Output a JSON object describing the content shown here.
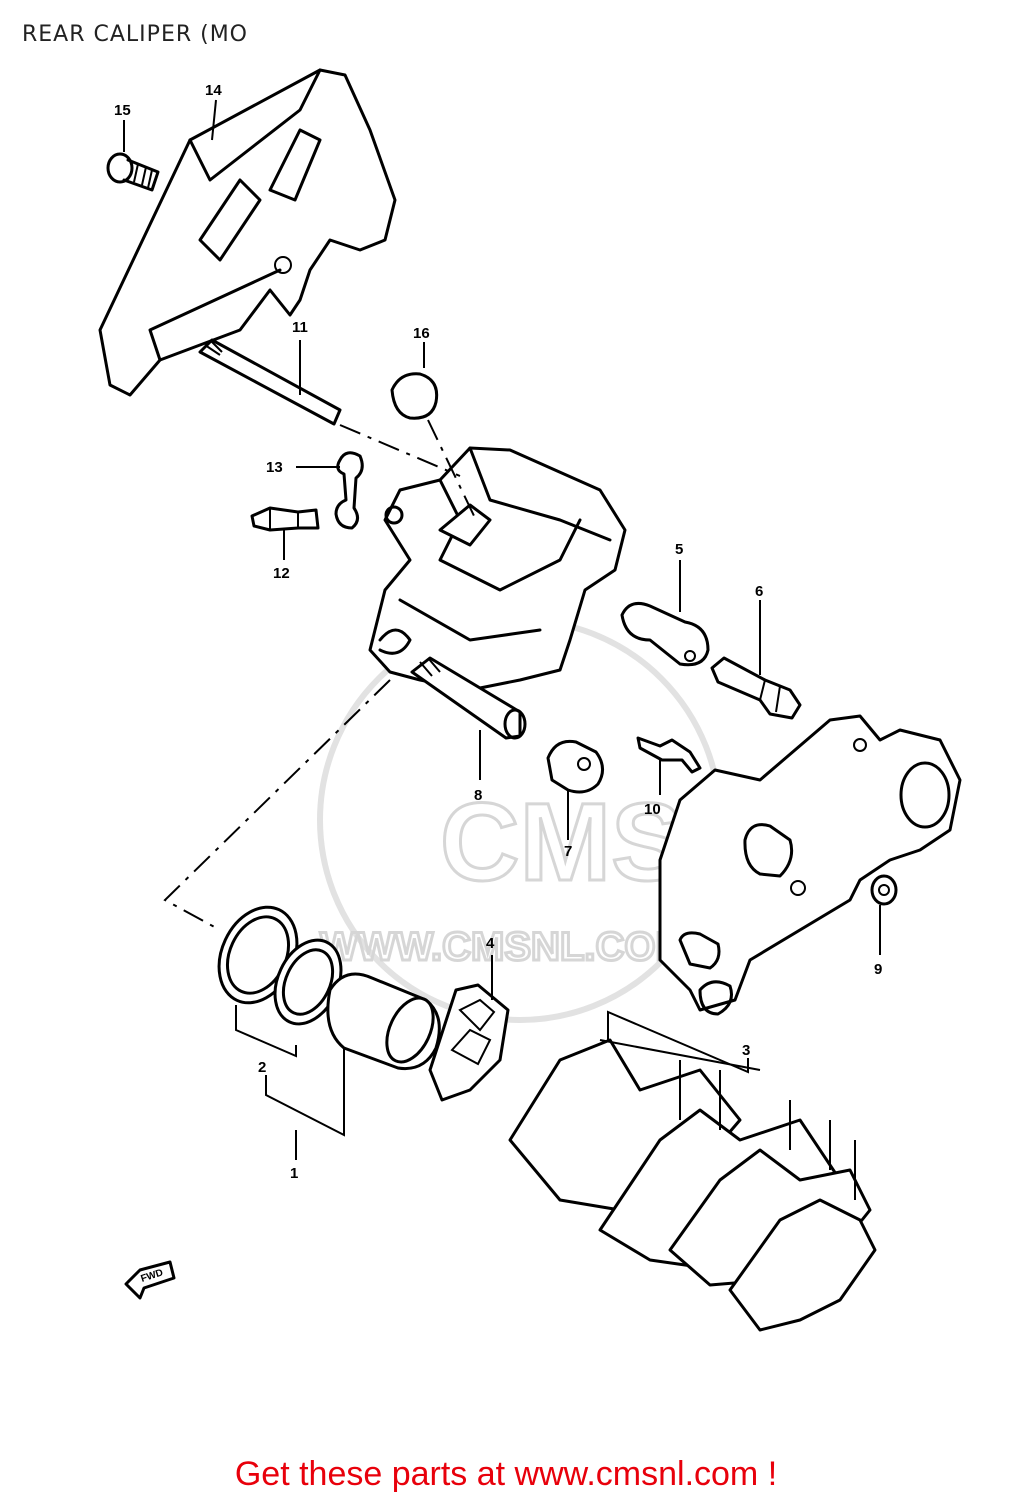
{
  "title": "REAR CALIPER (MO",
  "footer": "Get these parts at www.cmsnl.com !",
  "colors": {
    "footer_text": "#e8000b",
    "line": "#000000",
    "watermark": "#d6d6d6"
  },
  "watermark": {
    "logo_text": "CMS",
    "url_text": "WWW.CMSNL.COM"
  },
  "direction_marker": "FWD",
  "part_labels": {
    "p1": "1",
    "p2": "2",
    "p3": "3",
    "p4": "4",
    "p5": "5",
    "p6": "6",
    "p7": "7",
    "p8": "8",
    "p9": "9",
    "p10": "10",
    "p11": "11",
    "p12": "12",
    "p13": "13",
    "p14": "14",
    "p15": "15",
    "p16": "16"
  }
}
